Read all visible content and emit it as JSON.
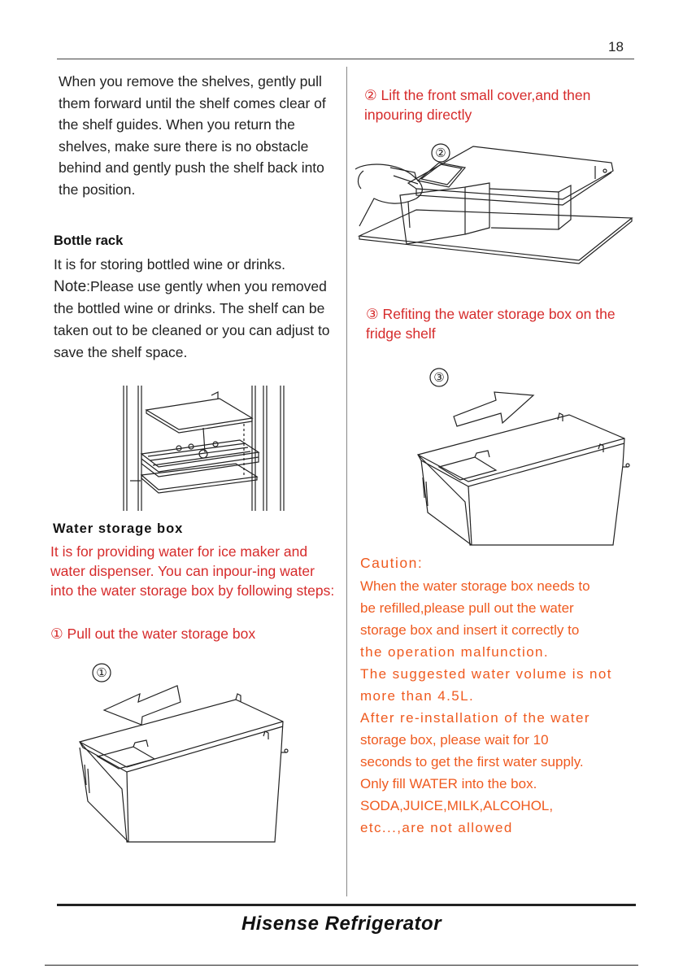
{
  "page": {
    "number": "18"
  },
  "left": {
    "shelves_text": "When you remove the shelves, gently pull them forward until the shelf comes clear of the shelf guides. When you return the shelves, make sure there is no obstacle behind and gently push the shelf back into the position.",
    "bottle_rack": {
      "heading": "Bottle rack",
      "line1": "It is for storing bottled wine or drinks.",
      "note_label": "Note",
      "note_text": ":Please use gently when you removed the bottled wine or drinks. The shelf can be taken out to be cleaned or you can adjust to save the shelf space."
    },
    "water_box": {
      "heading": "Water storage box",
      "intro": "It is for providing water for ice maker and water dispenser. You can inpour-ing water into the water storage box by following steps:",
      "step1": "① Pull out the water storage box",
      "step1_marker": "①"
    }
  },
  "right": {
    "step2": "② Lift the front small cover,and then inpouring directly",
    "step2_marker": "②",
    "step3": "③ Refiting the water storage box on the fridge shelf",
    "step3_marker": "③",
    "caution": {
      "title": "Caution:",
      "lines": [
        "When the water storage box needs to",
        "be refilled,please pull out the water",
        "storage box and insert it correctly to",
        "the operation malfunction.",
        "The suggested water volume is not",
        "more than 4.5L.",
        "After re-installation of the water",
        "storage box, please wait for 10",
        "seconds to get the first water supply.",
        "Only fill  WATER into the box.",
        "SODA,JUICE,MILK,ALCOHOL,",
        "etc...,are not allowed"
      ]
    }
  },
  "footer": {
    "brand": "Hisense Refrigerator"
  },
  "colors": {
    "red": "#d62b2b",
    "orange": "#ef5a1f"
  }
}
